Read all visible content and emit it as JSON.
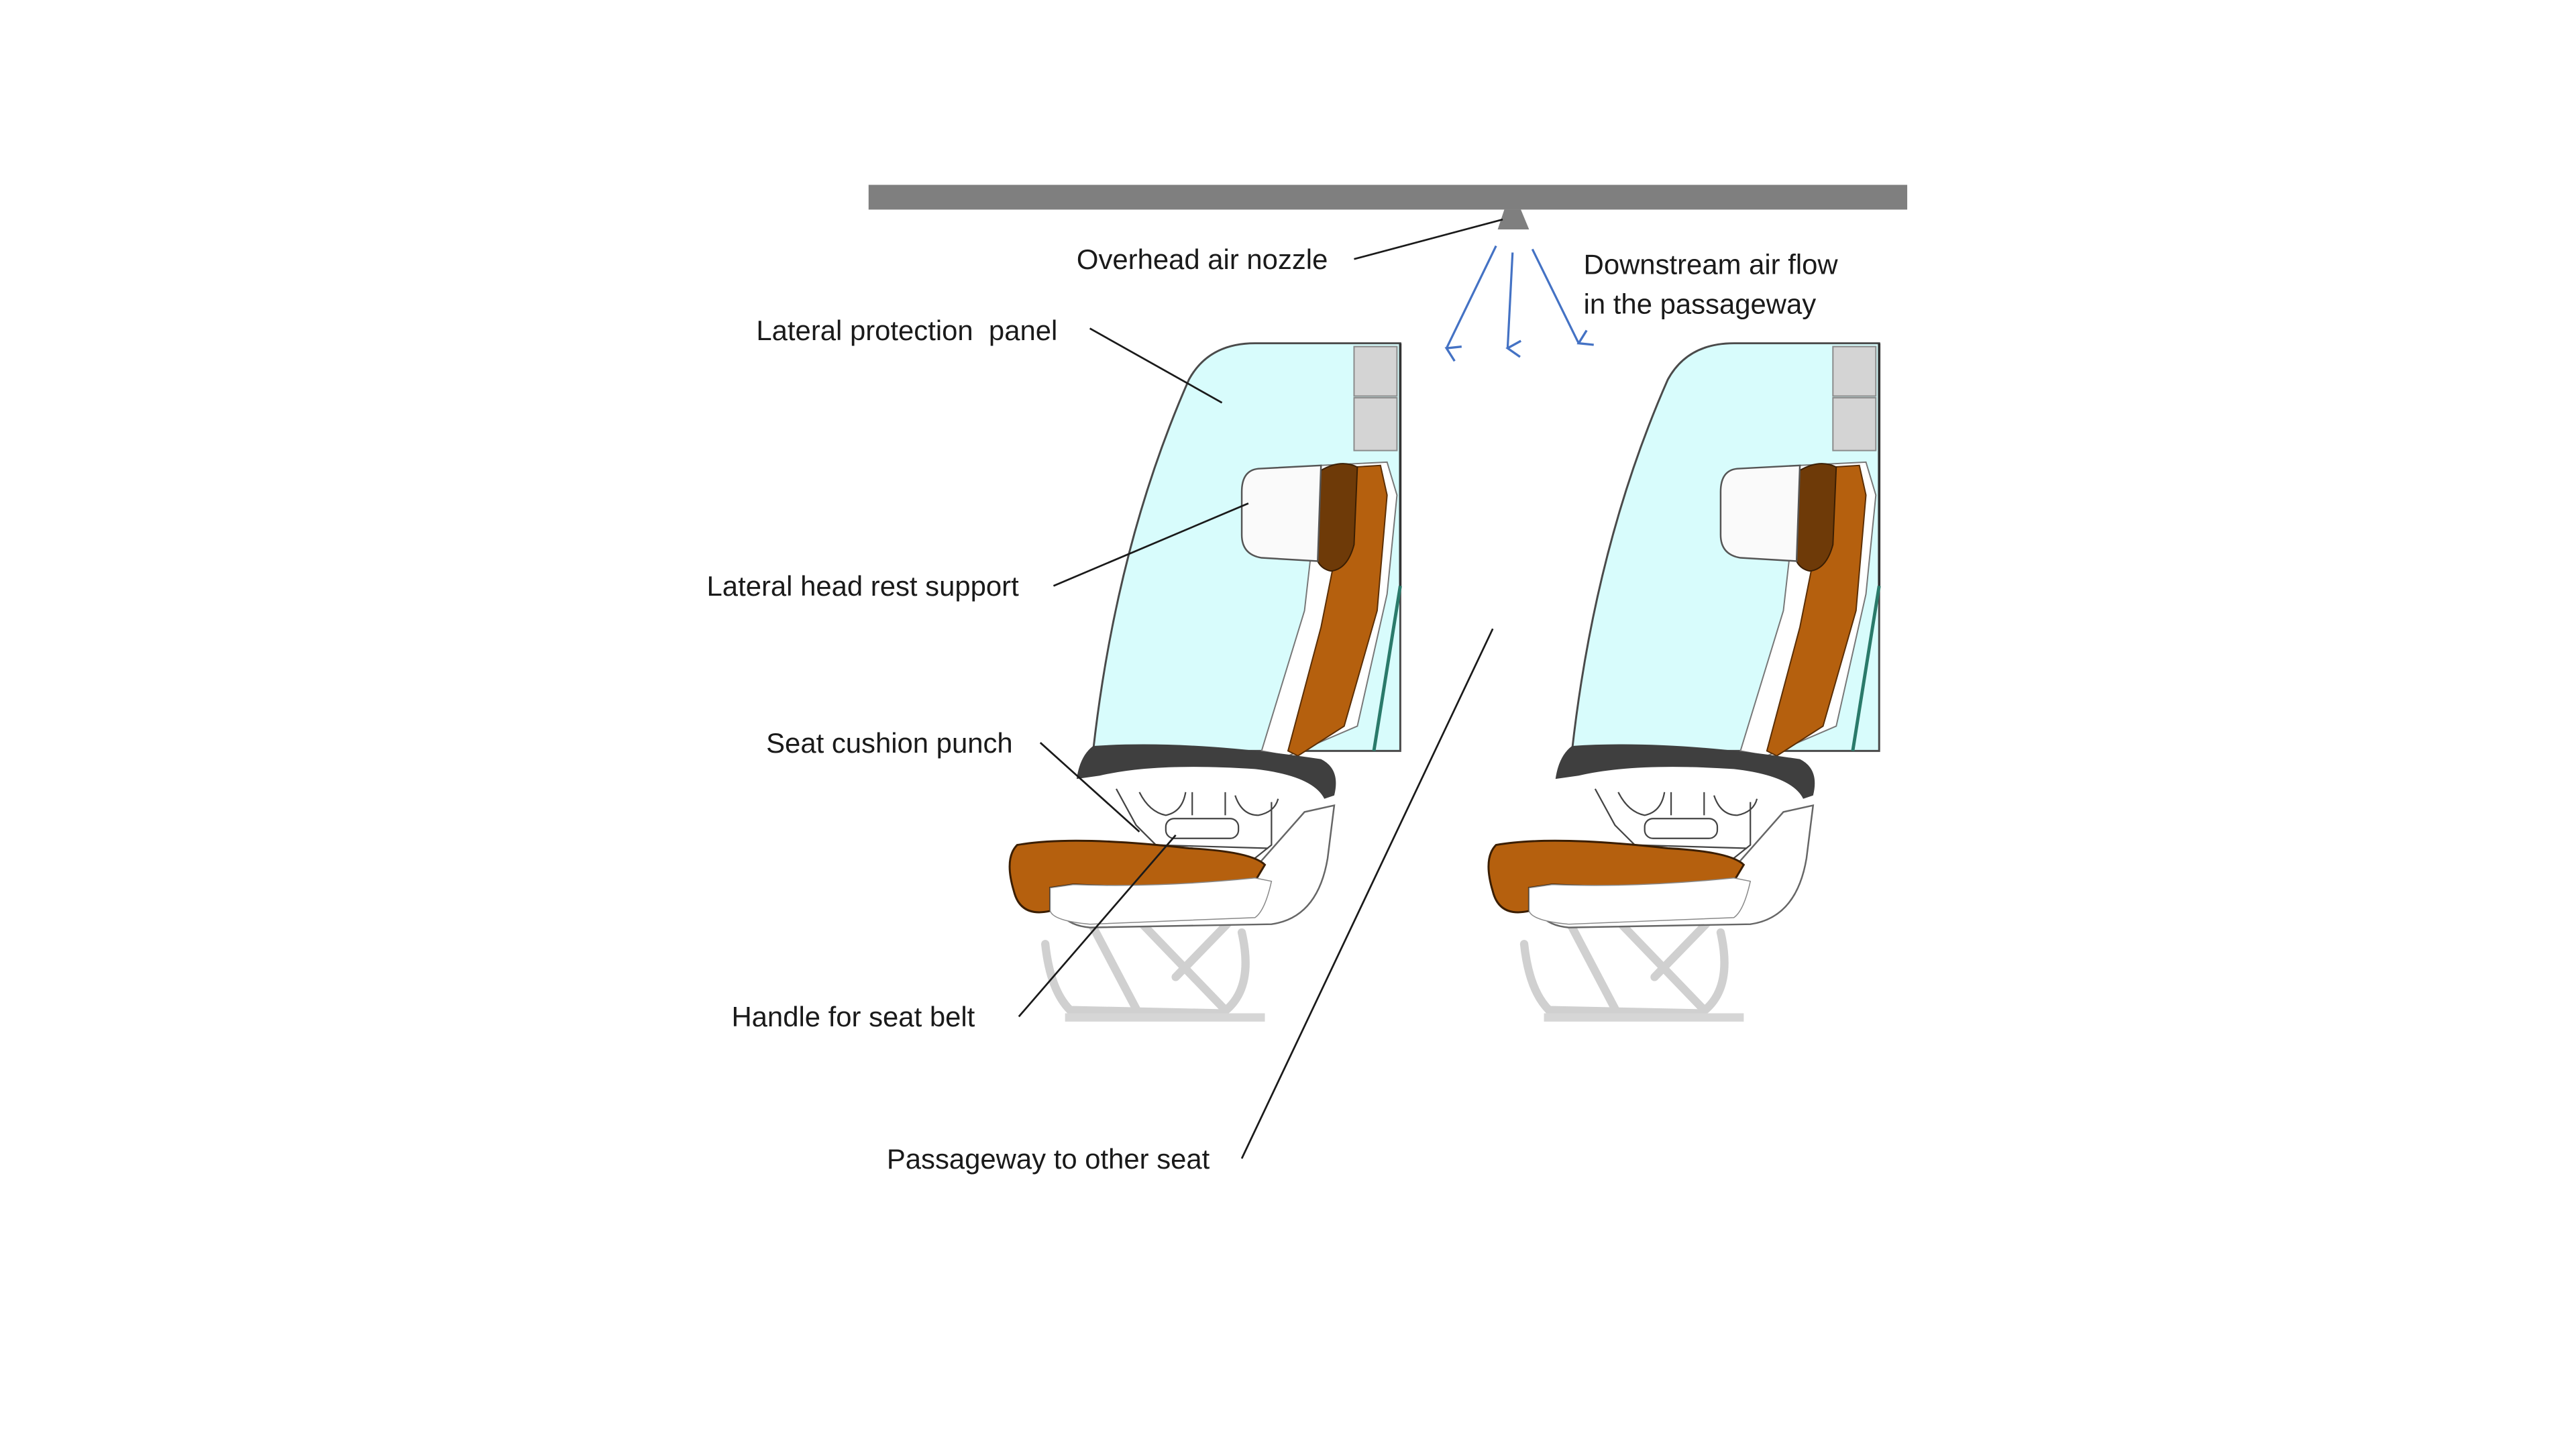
{
  "diagram": {
    "type": "annotated-illustration",
    "subject": "Aircraft passenger seats with lateral protection panels and overhead air nozzle",
    "colors": {
      "ceiling_bar": "#7f7f7f",
      "airflow_arrows": "#4472c4",
      "panel_fill": "#d8fcfc",
      "cushion_orange": "#b5600e",
      "cushion_dark": "#6e3a08",
      "armrest_dark": "#3f3f3f",
      "shell_white": "#ffffff",
      "frame_grey": "#d0d0d0",
      "leader_line": "#1a1a1a"
    },
    "labels": {
      "overhead_nozzle": "Overhead air nozzle",
      "airflow_line1": "Downstream air flow",
      "airflow_line2": "in the passageway",
      "lateral_panel": "Lateral protection  panel",
      "head_rest": "Lateral head rest support",
      "cushion_punch": "Seat cushion punch",
      "seat_belt_handle": "Handle for seat belt",
      "passageway": "Passageway to other seat"
    },
    "seats": [
      {
        "name": "left-seat"
      },
      {
        "name": "right-seat"
      }
    ]
  }
}
